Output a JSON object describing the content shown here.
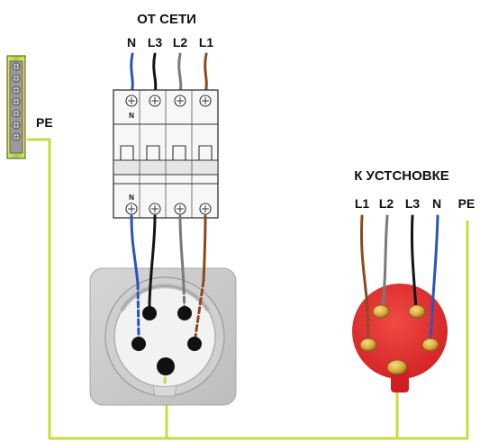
{
  "source_title": "ОТ СЕТИ",
  "source_labels": [
    "N",
    "L3",
    "L2",
    "L1"
  ],
  "target_title": "К УСТСНОВКЕ",
  "target_labels": [
    "L1",
    "L2",
    "L3",
    "N",
    "PE"
  ],
  "pe_label": "PE",
  "breaker_mark": "N",
  "colors": {
    "neutral": "#2a55b8",
    "phase_black": "#141414",
    "phase_grey": "#7a7a7a",
    "phase_brown": "#8a4a1e",
    "earth": "#c8dc3c",
    "plug_red": "#e8252a",
    "pin_gold": "#d9a93a"
  }
}
